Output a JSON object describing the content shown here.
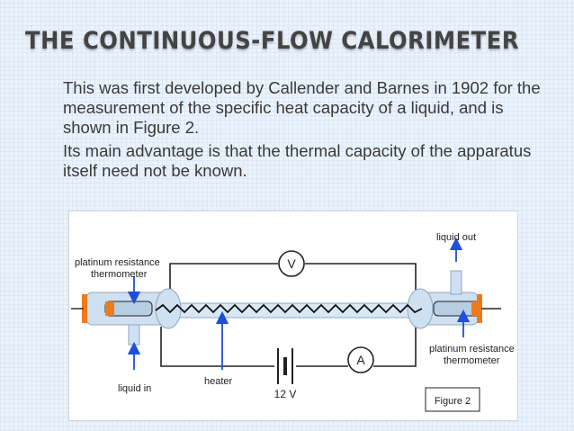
{
  "slide": {
    "title": "THE CONTINUOUS-FLOW CALORIMETER",
    "paragraphs": [
      "This was first developed by Callender and Barnes in 1902 for the measurement of the specific heat capacity of a liquid, and is shown in Figure 2.",
      "Its main advantage is that the thermal capacity of the apparatus itself need not be known."
    ]
  },
  "figure": {
    "labels": {
      "liquid_out": "liquid out",
      "prt_left_1": "platinum resistance",
      "prt_left_2": "thermometer",
      "voltmeter": "V",
      "ammeter": "A",
      "prt_right_1": "platinum resistance",
      "prt_right_2": "thermometer",
      "liquid_in": "liquid in",
      "heater": "heater",
      "supply": "12 V",
      "caption": "Figure 2"
    },
    "colors": {
      "glass": "#cfe0f2",
      "glass_edge": "#8fa8c0",
      "bulb": "#f07a1a",
      "heater": "#111111",
      "arrow": "#1f4fd8"
    }
  }
}
